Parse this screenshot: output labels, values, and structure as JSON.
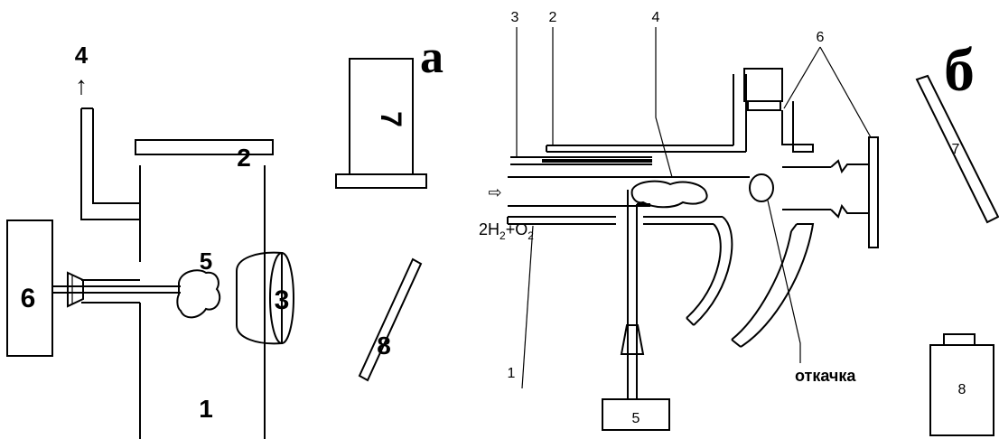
{
  "panel_a": {
    "letter": "a",
    "labels": {
      "chamber": "1",
      "lid": "2",
      "target": "3",
      "outlet": "4",
      "plume": "5",
      "source": "6",
      "detector": "7",
      "plate": "8"
    },
    "arrow": "↑"
  },
  "panel_b": {
    "letter": "б",
    "labels": {
      "tube": "1",
      "jacket": "2",
      "rod": "3",
      "flame": "4",
      "source_box": "5",
      "windows": "6",
      "plate": "7",
      "detector": "8"
    },
    "gas_arrow": "⇨",
    "gas_main": "2H",
    "gas_sub1": "2",
    "gas_plus": "+O",
    "gas_sub2": "2",
    "pump_label": "откачка"
  }
}
